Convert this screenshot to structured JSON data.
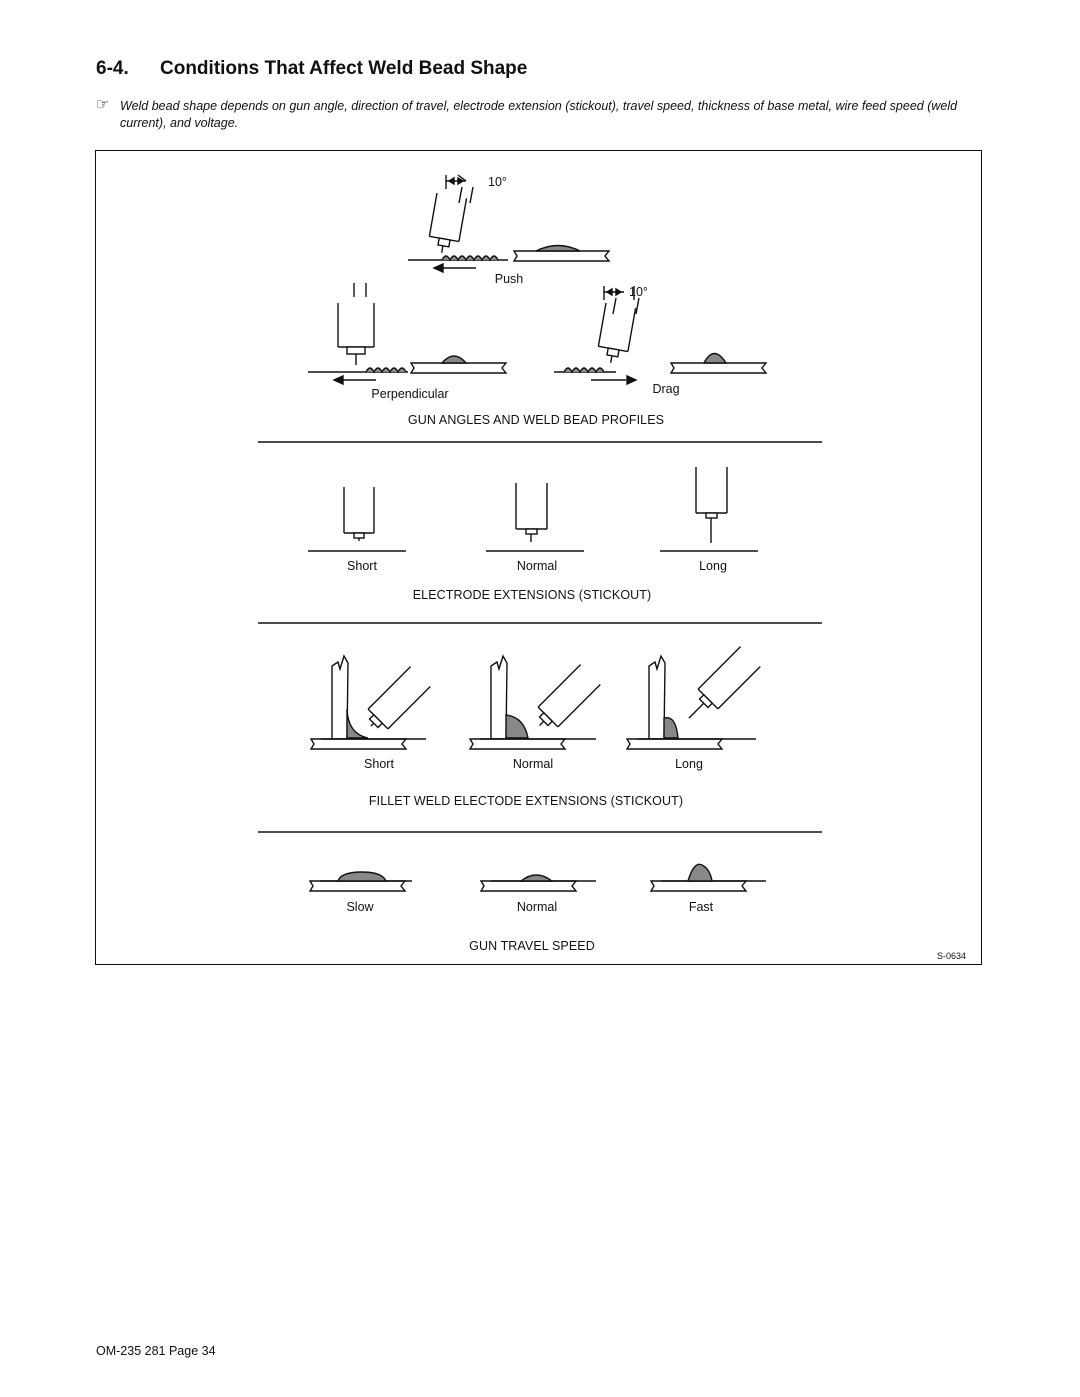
{
  "section": {
    "number": "6-4.",
    "title": "Conditions That Affect Weld Bead Shape",
    "note_icon": "pointing-hand-icon",
    "note": "Weld bead shape depends on gun angle, direction of travel, electrode extension (stickout), travel speed,  thickness of base metal, wire feed speed (weld current), and voltage."
  },
  "figure": {
    "gun_angles": {
      "angle_label": "10°",
      "push": "Push",
      "perpendicular": "Perpendicular",
      "drag": "Drag",
      "caption": "GUN ANGLES AND WELD BEAD PROFILES"
    },
    "extensions": {
      "short": "Short",
      "normal": "Normal",
      "long": "Long",
      "caption": "ELECTRODE EXTENSIONS (STICKOUT)"
    },
    "fillet": {
      "short": "Short",
      "normal": "Normal",
      "long": "Long",
      "caption": "FILLET WELD ELECTODE EXTENSIONS (STICKOUT)"
    },
    "speed": {
      "slow": "Slow",
      "normal": "Normal",
      "fast": "Fast",
      "caption": "GUN TRAVEL SPEED"
    },
    "code": "S-0634"
  },
  "footer": {
    "page": "OM-235 281 Page 34"
  }
}
